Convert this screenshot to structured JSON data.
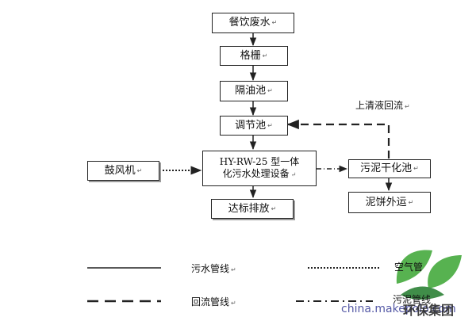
{
  "diagram": {
    "nodes": {
      "wastewater": "餐饮废水",
      "screen": "格栅",
      "oil_tank": "隔油池",
      "equalization": "调节池",
      "integrated_line1": "HY-RW-25 型一体",
      "integrated_line2": "化污水处理设备",
      "blower": "鼓风机",
      "sludge_drying": "污泥干化池",
      "discharge": "达标排放",
      "cake_transport": "泥饼外运"
    },
    "edge_labels": {
      "supernatant_return": "上清液回流"
    },
    "legend": {
      "sewage_pipe": "污水管线",
      "air_pipe": "空气管",
      "return_pipe": "回流管线",
      "sludge_pipe": "污泥管线"
    },
    "return_mark": "↵"
  },
  "watermark": {
    "url": "china.makepolo.com",
    "group": "环保集团"
  },
  "colors": {
    "line": "#222222",
    "logo_green": "#3aa532",
    "logo_dark_green": "#1f7a2a"
  }
}
